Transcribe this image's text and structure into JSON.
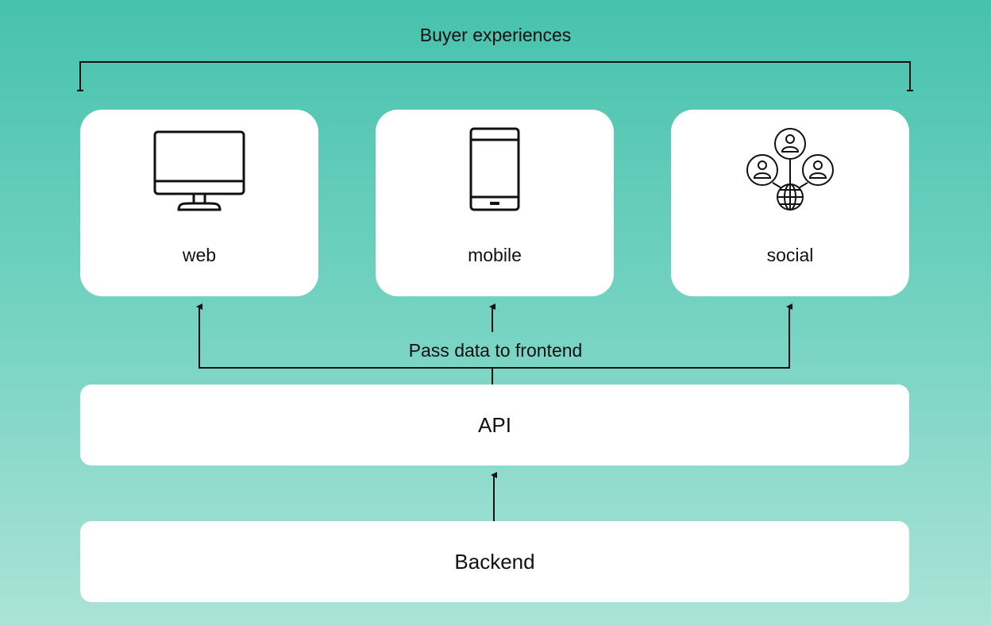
{
  "diagram": {
    "group_label": "Buyer experiences",
    "channels": [
      {
        "label": "web",
        "icon": "desktop-monitor-icon"
      },
      {
        "label": "mobile",
        "icon": "smartphone-icon"
      },
      {
        "label": "social",
        "icon": "social-network-icon"
      }
    ],
    "flow_label": "Pass data to frontend",
    "api_label": "API",
    "backend_label": "Backend"
  }
}
